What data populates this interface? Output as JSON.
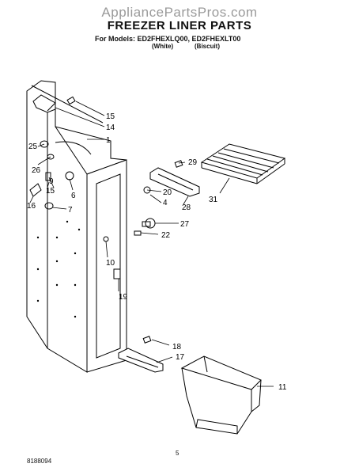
{
  "watermark": "AppliancePartsPros.com",
  "title": "FREEZER LINER PARTS",
  "models_line": "For Models: ED2FHEXLQ00, ED2FHEXLT00",
  "variants": [
    "(White)",
    "(Biscuit)"
  ],
  "callouts": [
    "15",
    "14",
    "1",
    "25",
    "26",
    "9",
    "15",
    "6",
    "16",
    "7",
    "29",
    "20",
    "4",
    "28",
    "31",
    "27",
    "22",
    "10",
    "19",
    "18",
    "17",
    "11"
  ],
  "page_number": "5",
  "doc_code": "8188094"
}
